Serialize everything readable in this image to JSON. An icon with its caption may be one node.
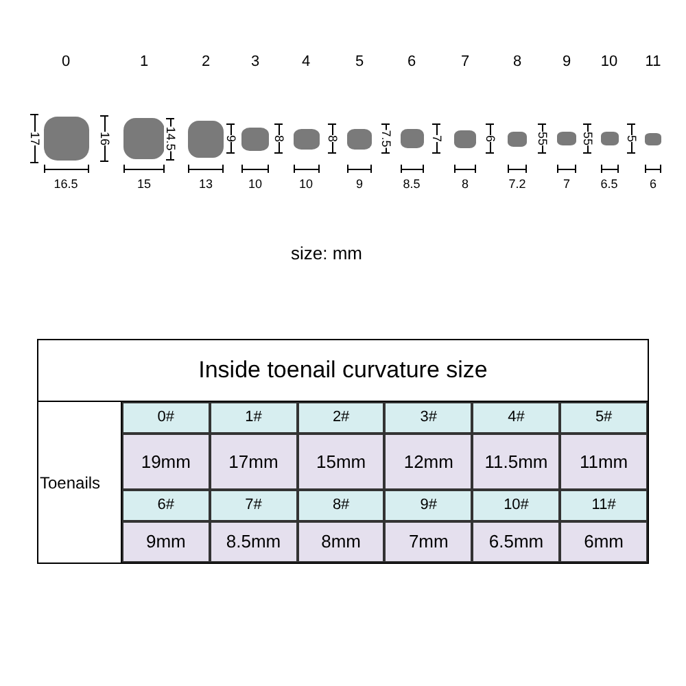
{
  "diagram": {
    "labels": [
      "0",
      "1",
      "2",
      "3",
      "4",
      "5",
      "6",
      "7",
      "8",
      "9",
      "10",
      "11",
      "17",
      "16",
      "14.5",
      "9",
      "8",
      "8",
      "7.5",
      "7",
      "6",
      "55",
      "55",
      "5",
      "16.5",
      "15",
      "13",
      "10",
      "10",
      "9",
      "8.5",
      "8",
      "7.2",
      "7",
      "6.5",
      "6",
      "size: mm",
      "Inside toenail curvature size",
      "Toenails",
      "0#",
      "1#",
      "2#",
      "3#",
      "4#",
      "5#",
      "19mm",
      "17mm",
      "15mm",
      "12mm",
      "11.5mm",
      "11mm",
      "6#",
      "7#",
      "8#",
      "9#",
      "10#",
      "11#",
      "9mm",
      "8.5mm",
      "8mm",
      "7mm",
      "6.5mm",
      "6mm"
    ]
  }
}
